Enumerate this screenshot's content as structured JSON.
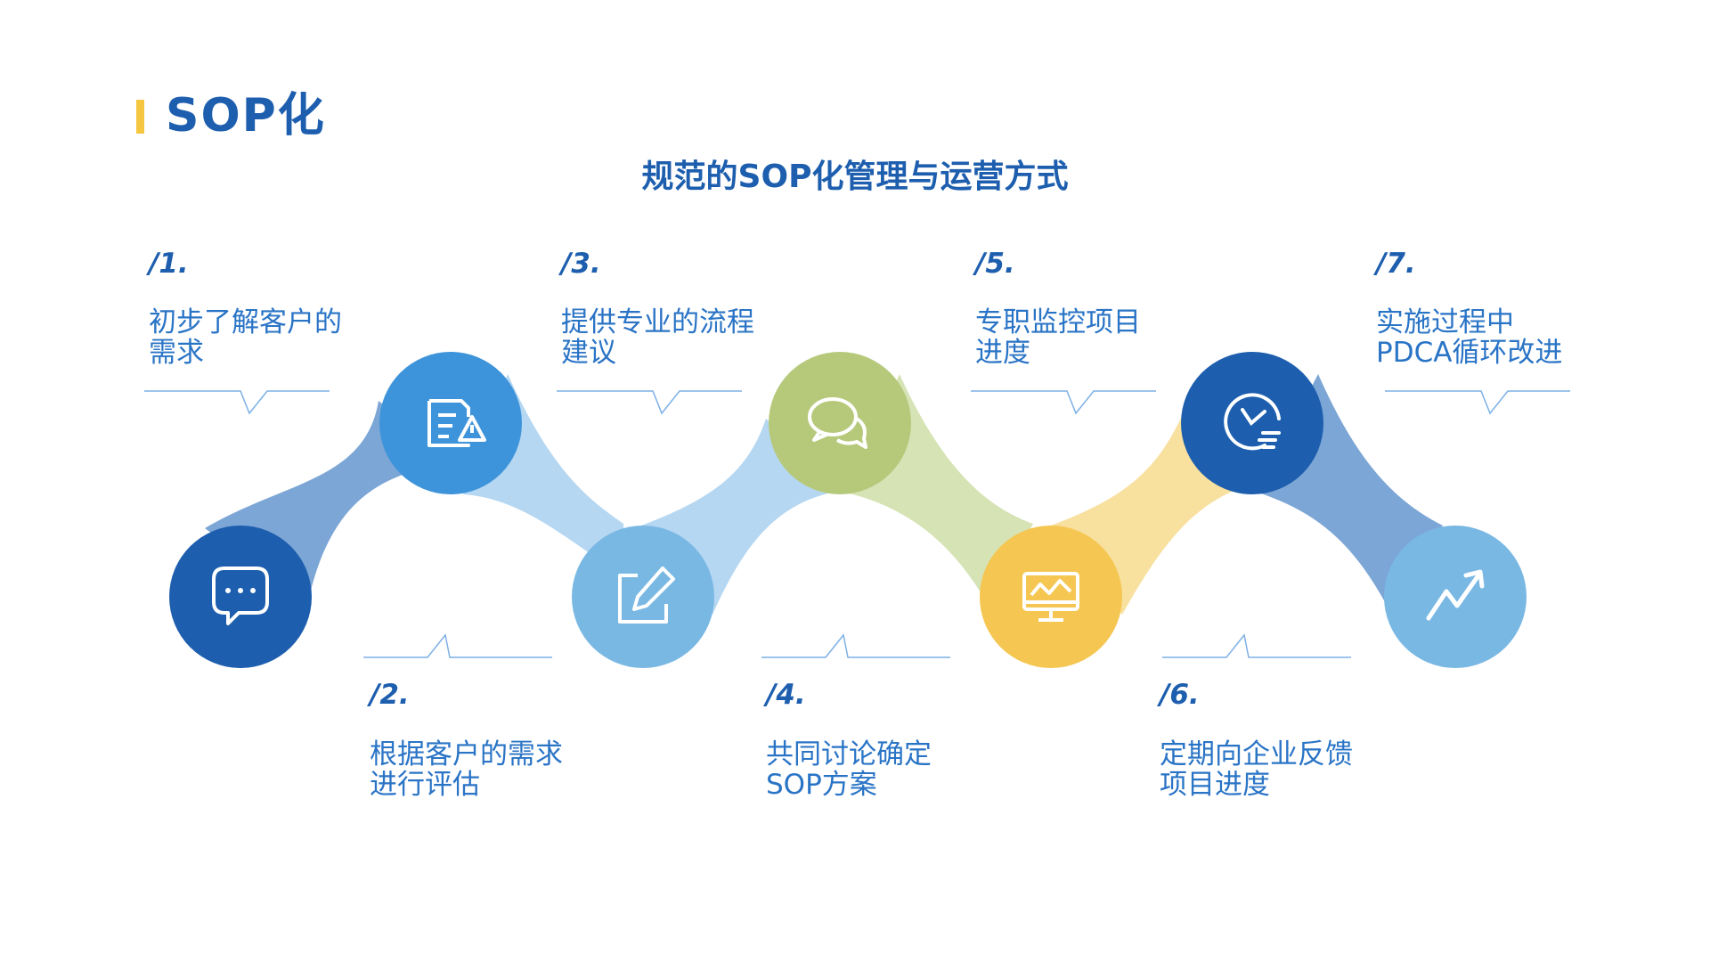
{
  "title": "SOP化",
  "subtitle": "规范的SOP化管理与运营方式",
  "colors": {
    "accent_bar": "#F5C63F",
    "dark_blue": "#1D5EAE",
    "mid_blue": "#3E94DA",
    "light_blue": "#7AB8E4",
    "green": "#B6C97B",
    "yellow": "#F5C651"
  },
  "steps": [
    {
      "num": "/1.",
      "line1": "初步了解客户的",
      "line2": "需求",
      "icon": "chat-dots-icon",
      "color": "#1D5EAE"
    },
    {
      "num": "/2.",
      "line1": "根据客户的需求",
      "line2": "进行评估",
      "icon": "document-warning-icon",
      "color": "#3E94DA"
    },
    {
      "num": "/3.",
      "line1": "提供专业的流程",
      "line2": "建议",
      "icon": "edit-pencil-icon",
      "color": "#7AB8E4"
    },
    {
      "num": "/4.",
      "line1": "共同讨论确定",
      "line2": "SOP方案",
      "icon": "conversation-bubbles-icon",
      "color": "#B6C97B"
    },
    {
      "num": "/5.",
      "line1": "专职监控项目",
      "line2": "进度",
      "icon": "monitor-chart-icon",
      "color": "#F5C651"
    },
    {
      "num": "/6.",
      "line1": "定期向企业反馈",
      "line2": "项目进度",
      "icon": "clock-list-icon",
      "color": "#1D5EAE"
    },
    {
      "num": "/7.",
      "line1": "实施过程中",
      "line2": "PDCA循环改进",
      "icon": "trend-up-icon",
      "color": "#7AB8E4"
    }
  ]
}
